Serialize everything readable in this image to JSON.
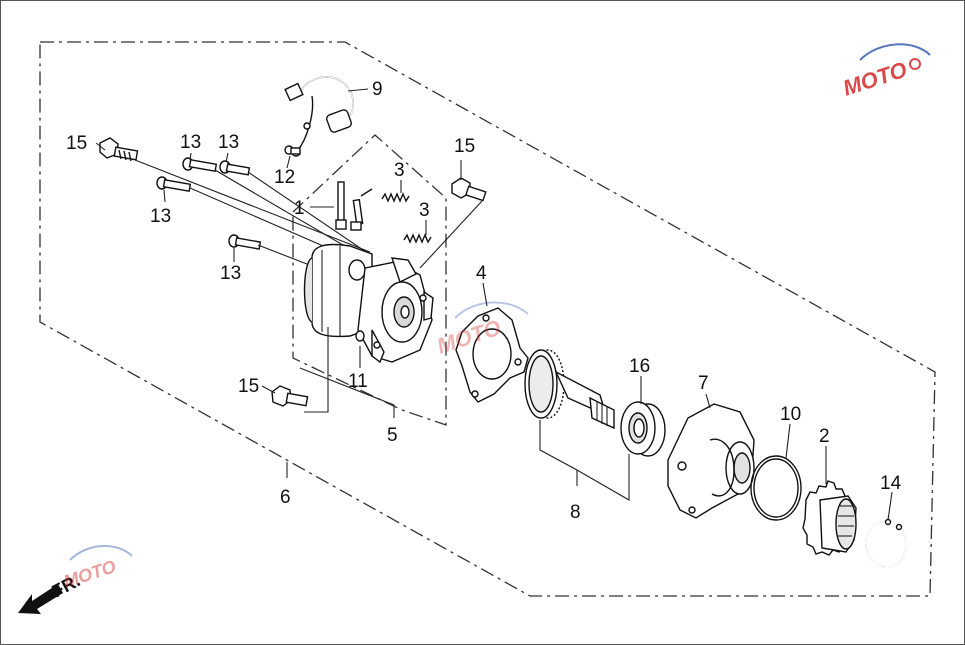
{
  "callouts": {
    "c1": "1",
    "c2": "2",
    "c3a": "3",
    "c3b": "3",
    "c4": "4",
    "c5": "5",
    "c6": "6",
    "c7": "7",
    "c8": "8",
    "c9": "9",
    "c10": "10",
    "c11": "11",
    "c12": "12",
    "c13a": "13",
    "c13b": "13",
    "c13c": "13",
    "c13d": "13",
    "c14": "14",
    "c15a": "15",
    "c15b": "15",
    "c15c": "15",
    "c16": "16"
  },
  "front_arrow": {
    "label": "FR."
  },
  "watermark": {
    "brand": "MOTO"
  },
  "colors": {
    "line": "#111111",
    "part_fill": "#ffffff",
    "shade": "#cfcfcf",
    "watermark_red": "#d42b2b",
    "watermark_blue": "#3a5fb0"
  }
}
